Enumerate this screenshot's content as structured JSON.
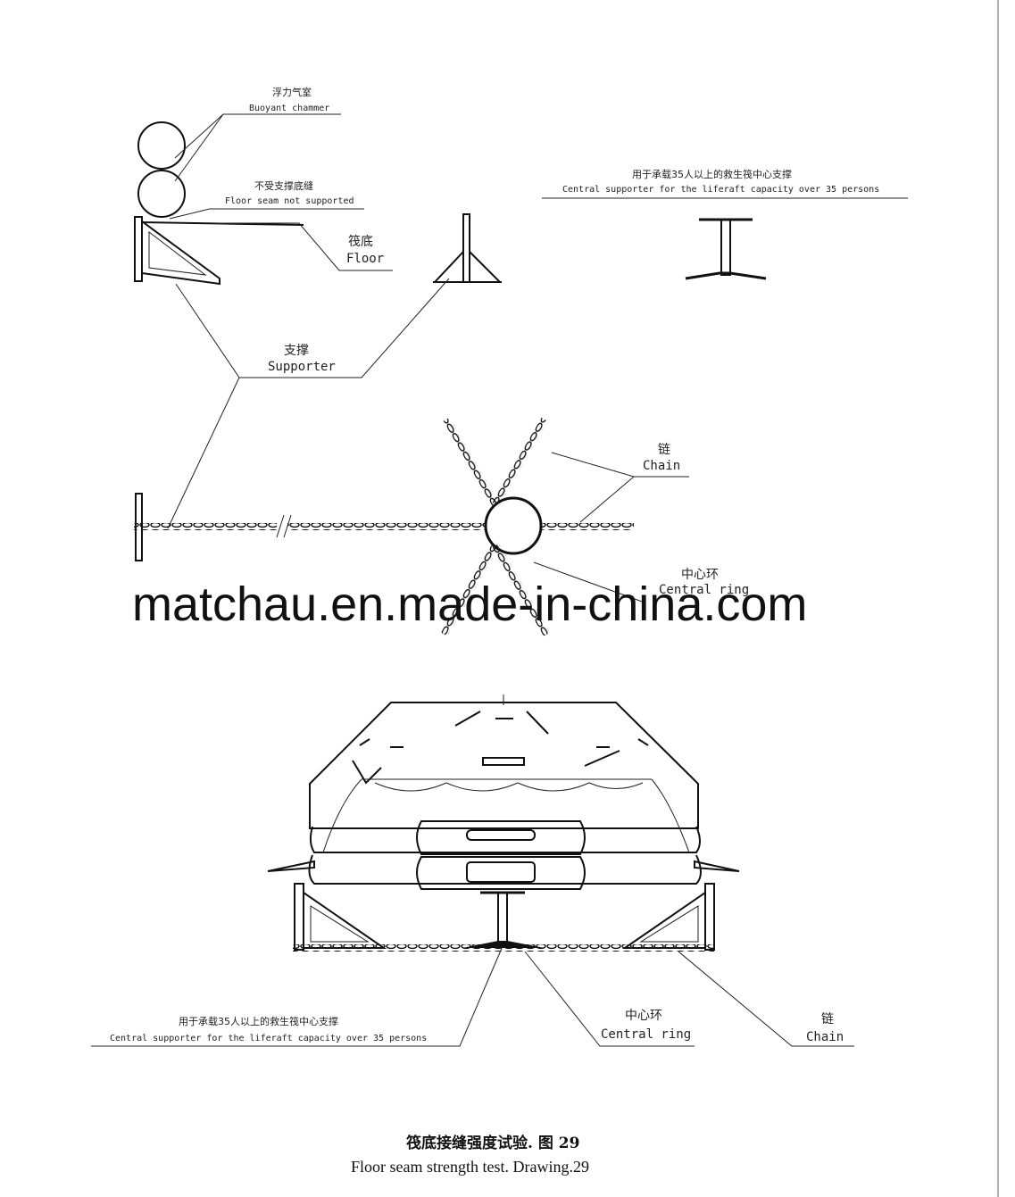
{
  "labels": {
    "buoyant_cn": "浮力气室",
    "buoyant_en": "Buoyant chammer",
    "floor_seam_cn": "不受支撑底缝",
    "floor_seam_en": "Floor seam not supported",
    "floor_cn": "筏底",
    "floor_en": "Floor",
    "supporter_cn": "支撑",
    "supporter_en": "Supporter",
    "central_supporter_cn": "用于承载35人以上的救生筏中心支撑",
    "central_supporter_en": "Central supporter for the liferaft capacity over 35 persons",
    "chain_cn": "链",
    "chain_en": "Chain",
    "central_ring_cn": "中心环",
    "central_ring_en": "Central ring"
  },
  "bottom_labels": {
    "central_supporter_cn": "用于承载35人以上的救生筏中心支撑",
    "central_supporter_en": "Central supporter for the liferaft capacity over 35 persons",
    "central_ring_cn": "中心环",
    "central_ring_en": "Central ring",
    "chain_cn": "链",
    "chain_en": "Chain"
  },
  "watermark": "matchau.en.made-in-china.com",
  "caption": {
    "cn": "筏底接缝强度试验. 图 29",
    "en": "Floor seam strength test.  Drawing.29"
  }
}
